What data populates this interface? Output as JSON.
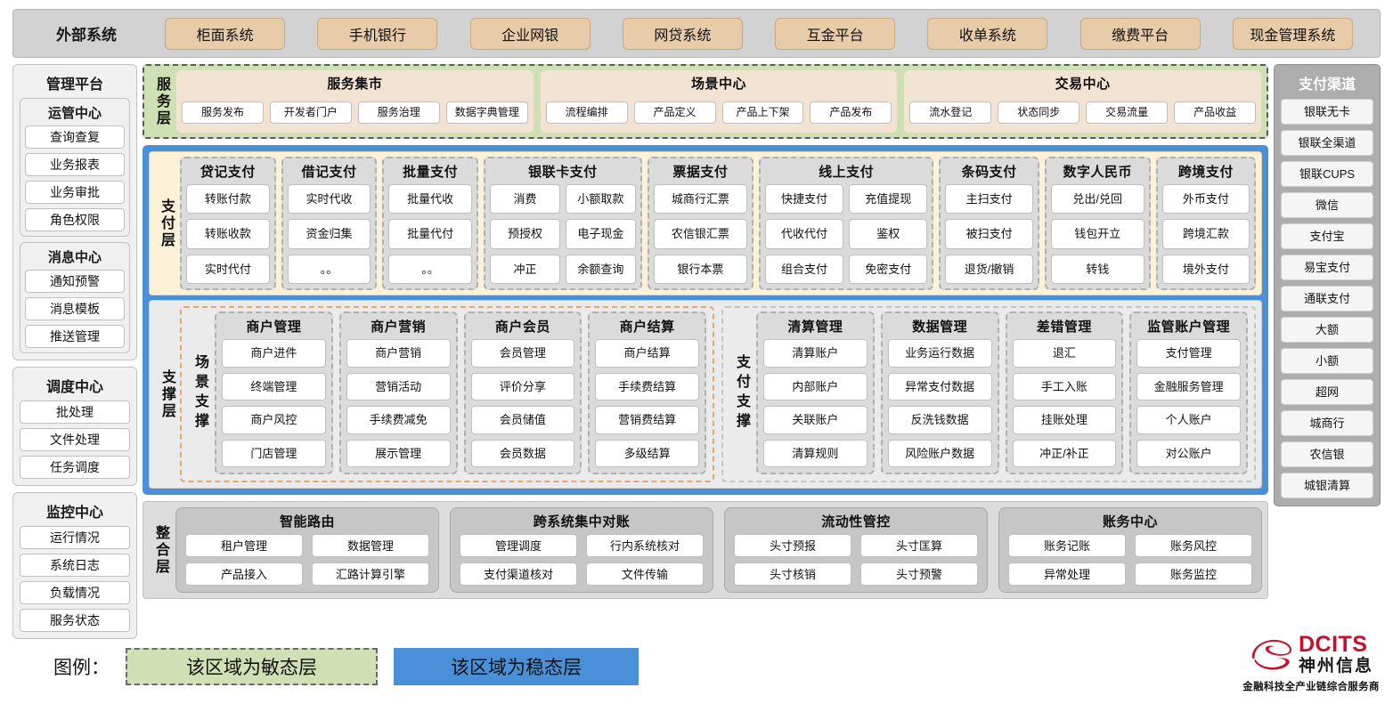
{
  "external": {
    "title": "外部系统",
    "systems": [
      "柜面系统",
      "手机银行",
      "企业网银",
      "网贷系统",
      "互金平台",
      "收单系统",
      "缴费平台",
      "现金管理系统"
    ]
  },
  "left_sidebar": {
    "title": "管理平台",
    "groups": [
      {
        "title": "运管中心",
        "items": [
          "查询查复",
          "业务报表",
          "业务审批",
          "角色权限"
        ]
      },
      {
        "title": "消息中心",
        "items": [
          "通知预警",
          "消息模板",
          "推送管理"
        ]
      }
    ],
    "standalone": [
      {
        "title": "调度中心",
        "items": [
          "批处理",
          "文件处理",
          "任务调度"
        ]
      },
      {
        "title": "监控中心",
        "items": [
          "运行情况",
          "系统日志",
          "负载情况",
          "服务状态"
        ]
      }
    ]
  },
  "right_sidebar": {
    "title": "支付渠道",
    "channels": [
      "银联无卡",
      "银联全渠道",
      "银联CUPS",
      "微信",
      "支付宝",
      "易宝支付",
      "通联支付",
      "大额",
      "小额",
      "超网",
      "城商行",
      "农信银",
      "城银清算"
    ]
  },
  "service_layer": {
    "label": "服务层",
    "groups": [
      {
        "title": "服务集市",
        "items": [
          "服务发布",
          "开发者门户",
          "服务治理",
          "数据字典管理"
        ]
      },
      {
        "title": "场景中心",
        "items": [
          "流程编排",
          "产品定义",
          "产品上下架",
          "产品发布"
        ]
      },
      {
        "title": "交易中心",
        "items": [
          "流水登记",
          "状态同步",
          "交易流量",
          "产品收益"
        ]
      }
    ]
  },
  "payment_layer": {
    "label": "支付层",
    "groups": [
      {
        "title": "贷记支付",
        "cols": 1,
        "flex": 1.0,
        "columns": [
          [
            "转账付款",
            "转账收款",
            "实时代付"
          ]
        ]
      },
      {
        "title": "借记支付",
        "cols": 1,
        "flex": 1.0,
        "columns": [
          [
            "实时代收",
            "资金归集",
            "。。"
          ]
        ]
      },
      {
        "title": "批量支付",
        "cols": 1,
        "flex": 1.0,
        "columns": [
          [
            "批量代收",
            "批量代付",
            "。。"
          ]
        ]
      },
      {
        "title": "银联卡支付",
        "cols": 2,
        "flex": 1.75,
        "columns": [
          [
            "消费",
            "预授权",
            "冲正"
          ],
          [
            "小额取款",
            "电子现金",
            "余额查询"
          ]
        ]
      },
      {
        "title": "票据支付",
        "cols": 1,
        "flex": 1.12,
        "columns": [
          [
            "城商行汇票",
            "农信银汇票",
            "银行本票"
          ]
        ]
      },
      {
        "title": "线上支付",
        "cols": 2,
        "flex": 1.95,
        "columns": [
          [
            "快捷支付",
            "代收代付",
            "组合支付"
          ],
          [
            "充值提现",
            "鉴权",
            "免密支付"
          ]
        ]
      },
      {
        "title": "条码支付",
        "cols": 1,
        "flex": 1.05,
        "columns": [
          [
            "主扫支付",
            "被扫支付",
            "退货/撤销"
          ]
        ]
      },
      {
        "title": "数字人民币",
        "cols": 1,
        "flex": 1.12,
        "columns": [
          [
            "兑出/兑回",
            "钱包开立",
            "转钱"
          ]
        ]
      },
      {
        "title": "跨境支付",
        "cols": 1,
        "flex": 1.05,
        "columns": [
          [
            "外币支付",
            "跨境汇款",
            "境外支付"
          ]
        ]
      }
    ]
  },
  "support_layer": {
    "label": "支撑层",
    "halves": [
      {
        "label": "场景支撑",
        "kind": "scene",
        "groups": [
          {
            "title": "商户管理",
            "items": [
              "商户进件",
              "终端管理",
              "商户风控",
              "门店管理"
            ]
          },
          {
            "title": "商户营销",
            "items": [
              "商户营销",
              "营销活动",
              "手续费减免",
              "展示管理"
            ]
          },
          {
            "title": "商户会员",
            "items": [
              "会员管理",
              "评价分享",
              "会员储值",
              "会员数据"
            ]
          },
          {
            "title": "商户结算",
            "items": [
              "商户结算",
              "手续费结算",
              "营销费结算",
              "多级结算"
            ]
          }
        ]
      },
      {
        "label": "支付支撑",
        "kind": "paysup",
        "groups": [
          {
            "title": "清算管理",
            "items": [
              "清算账户",
              "内部账户",
              "关联账户",
              "清算规则"
            ]
          },
          {
            "title": "数据管理",
            "items": [
              "业务运行数据",
              "异常支付数据",
              "反洗钱数据",
              "风险账户数据"
            ]
          },
          {
            "title": "差错管理",
            "items": [
              "退汇",
              "手工入账",
              "挂账处理",
              "冲正/补正"
            ]
          },
          {
            "title": "监管账户管理",
            "items": [
              "支付管理",
              "金融服务管理",
              "个人账户",
              "对公账户"
            ]
          }
        ]
      }
    ]
  },
  "integration_layer": {
    "label": "整合层",
    "groups": [
      {
        "title": "智能路由",
        "items": [
          "租户管理",
          "数据管理",
          "产品接入",
          "汇路计算引擎"
        ]
      },
      {
        "title": "跨系统集中对账",
        "items": [
          "管理调度",
          "行内系统核对",
          "支付渠道核对",
          "文件传输"
        ]
      },
      {
        "title": "流动性管控",
        "items": [
          "头寸预报",
          "头寸匡算",
          "头寸核销",
          "头寸预警"
        ]
      },
      {
        "title": "账务中心",
        "items": [
          "账务记账",
          "账务风控",
          "异常处理",
          "账务监控"
        ]
      }
    ]
  },
  "legend": {
    "label": "图例：",
    "agile": "该区域为敏态层",
    "stable": "该区域为稳态层",
    "agile_color": "#cfe0b4",
    "stable_color": "#4a90d9"
  },
  "logo": {
    "en": "DCITS",
    "cn": "神州信息",
    "tagline": "金融科技全产业链综合服务商",
    "brand_color": "#c8102e"
  }
}
